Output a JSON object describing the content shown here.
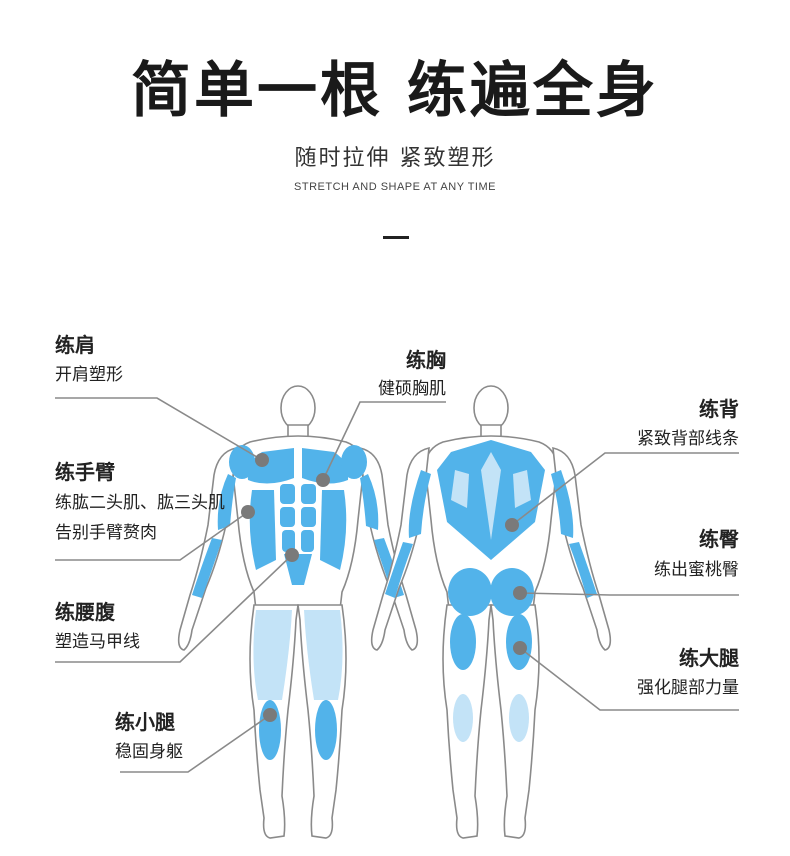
{
  "header": {
    "title": "简单一根 练遍全身",
    "subtitle": "随时拉伸 紧致塑形",
    "english": "STRETCH AND SHAPE AT ANY TIME"
  },
  "annotations": {
    "shoulder": {
      "label": "练肩",
      "desc": "开肩塑形"
    },
    "arm": {
      "label": "练手臂",
      "desc1": "练肱二头肌、肱三头肌",
      "desc2": "告别手臂赘肉"
    },
    "waist": {
      "label": "练腰腹",
      "desc": "塑造马甲线"
    },
    "calf": {
      "label": "练小腿",
      "desc": "稳固身躯"
    },
    "chest": {
      "label": "练胸",
      "desc": "健硕胸肌"
    },
    "back": {
      "label": "练背",
      "desc": "紧致背部线条"
    },
    "glute": {
      "label": "练臀",
      "desc": "练出蜜桃臀"
    },
    "thigh": {
      "label": "练大腿",
      "desc": "强化腿部力量"
    }
  },
  "colors": {
    "muscle": "#52b3ea",
    "muscle_light": "#c3e3f7",
    "body": "#ffffff",
    "outline": "#8a8a8a",
    "dot": "#7a7a7a",
    "line": "#8a8a8a"
  }
}
